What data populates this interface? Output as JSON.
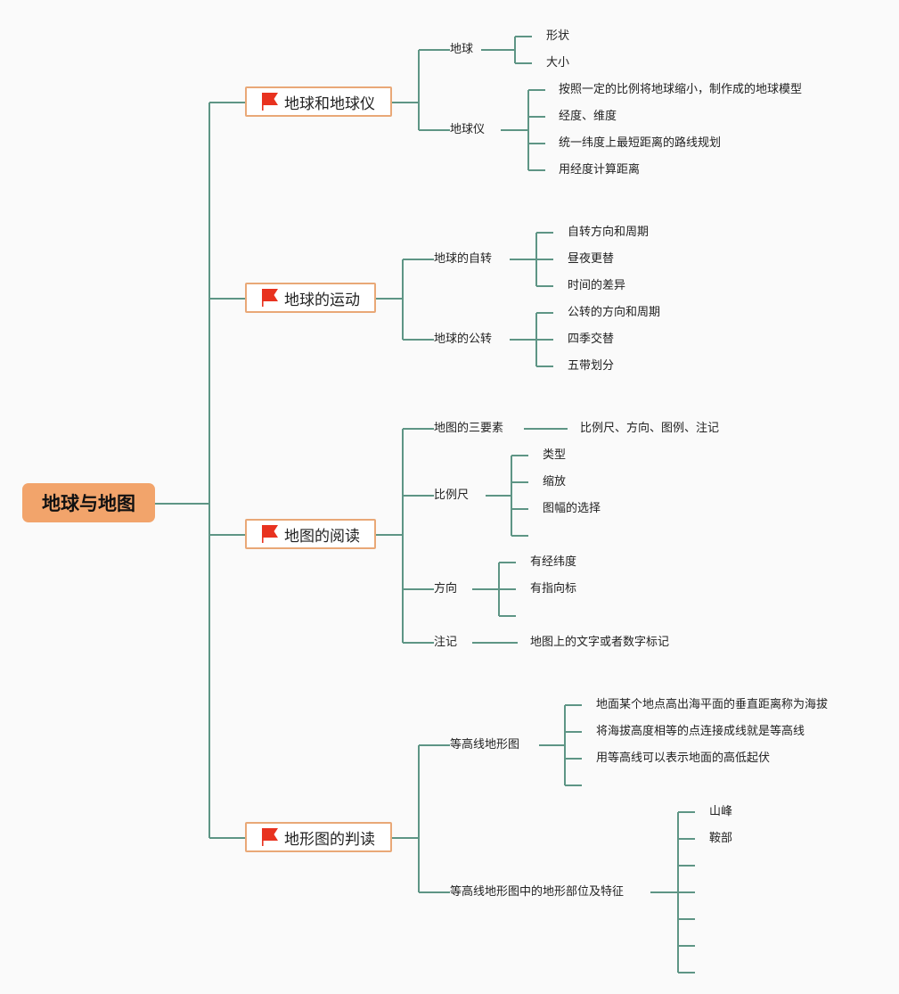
{
  "root": {
    "label": "地球与地图",
    "color": "#f2a46b"
  },
  "line_color": "#5e9585",
  "flag_color": "#e8321f",
  "branches": [
    {
      "label": "地球和地球仪",
      "icon": "red-flag-icon",
      "children": [
        {
          "label": "地球",
          "children": [
            "形状",
            "大小"
          ]
        },
        {
          "label": "地球仪",
          "children": [
            "按照一定的比例将地球缩小，制作成的地球模型",
            "经度、维度",
            "统一纬度上最短距离的路线规划",
            "用经度计算距离"
          ]
        }
      ]
    },
    {
      "label": "地球的运动",
      "icon": "red-flag-icon",
      "children": [
        {
          "label": "地球的自转",
          "children": [
            "自转方向和周期",
            "昼夜更替",
            "时间的差异"
          ]
        },
        {
          "label": "地球的公转",
          "children": [
            "公转的方向和周期",
            "四季交替",
            "五带划分"
          ]
        }
      ]
    },
    {
      "label": "地图的阅读",
      "icon": "red-flag-icon",
      "children": [
        {
          "label": "地图的三要素",
          "children": [
            "比例尺、方向、图例、注记"
          ]
        },
        {
          "label": "比例尺",
          "children": [
            "类型",
            "缩放",
            "图幅的选择",
            ""
          ]
        },
        {
          "label": "方向",
          "children": [
            "有经纬度",
            "有指向标",
            ""
          ]
        },
        {
          "label": "注记",
          "children": [
            "地图上的文字或者数字标记"
          ]
        }
      ]
    },
    {
      "label": "地形图的判读",
      "icon": "red-flag-icon",
      "children": [
        {
          "label": "等高线地形图",
          "children": [
            "地面某个地点高出海平面的垂直距离称为海拔",
            "将海拔高度相等的点连接成线就是等高线",
            "用等高线可以表示地面的高低起伏",
            ""
          ]
        },
        {
          "label": "等高线地形图中的地形部位及特征",
          "children": [
            "山峰",
            "鞍部",
            "",
            "",
            "",
            "",
            ""
          ]
        }
      ]
    }
  ]
}
